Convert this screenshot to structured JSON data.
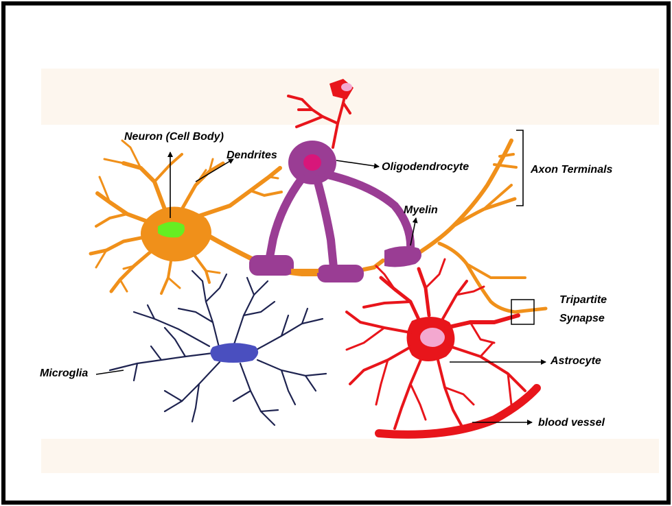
{
  "labels": {
    "neuron_cell_body": "Neuron (Cell Body)",
    "dendrites": "Dendrites",
    "oligodendrocyte": "Oligodendrocyte",
    "axon_terminals": "Axon Terminals",
    "myelin": "Myelin",
    "tripartite_line1": "Tripartite",
    "tripartite_line2": "Synapse",
    "astrocyte": "Astrocyte",
    "microglia": "Microglia",
    "blood_vessel": "blood vessel"
  },
  "colors": {
    "neuron": "#f0901a",
    "neuron_nucleus": "#66ee22",
    "oligodendrocyte": "#9a3d94",
    "oligodendrocyte_nucleus": "#d8167a",
    "astrocyte": "#e8151b",
    "astrocyte_nucleus": "#f3a8d0",
    "microglia": "#1e2350",
    "microglia_body": "#4a4fbf",
    "border": "#000000"
  }
}
